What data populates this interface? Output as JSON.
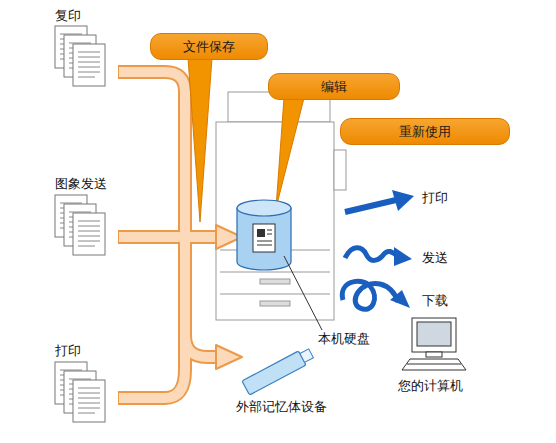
{
  "diagram": {
    "nodes": [
      {
        "text": [
          "文件保存"
        ]
      },
      {
        "text": [
          "编辑"
        ]
      },
      {
        "text": [
          "重新使用"
        ]
      }
    ],
    "labels": [
      "复印",
      "图象发送",
      "打印",
      "打印",
      "发送",
      "下载",
      "本机硬盘",
      "您的计算机",
      "外部记忆体设备"
    ]
  }
}
